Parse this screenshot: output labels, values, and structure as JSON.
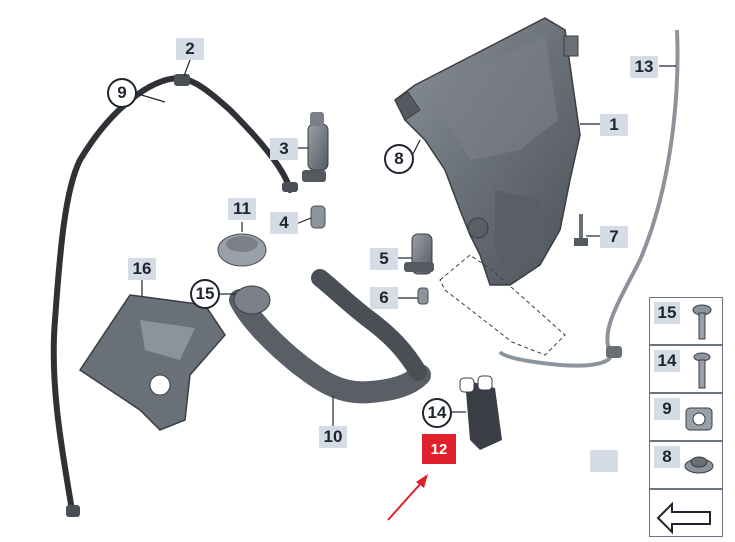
{
  "callouts": {
    "c1": "1",
    "c2": "2",
    "c3": "3",
    "c4": "4",
    "c5": "5",
    "c6": "6",
    "c7": "7",
    "c8": "8",
    "c9": "9",
    "c10": "10",
    "c11": "11",
    "c12": "12",
    "c13": "13",
    "c14": "14",
    "c15": "15",
    "c16": "16"
  },
  "legend": {
    "items": [
      "15",
      "14",
      "9",
      "8"
    ]
  },
  "colors": {
    "callout_bg": "#d5dce6",
    "highlight": "#e0202a",
    "part_dark": "#4a4f56",
    "part_mid": "#7b8088",
    "hose": "#2e3237"
  }
}
